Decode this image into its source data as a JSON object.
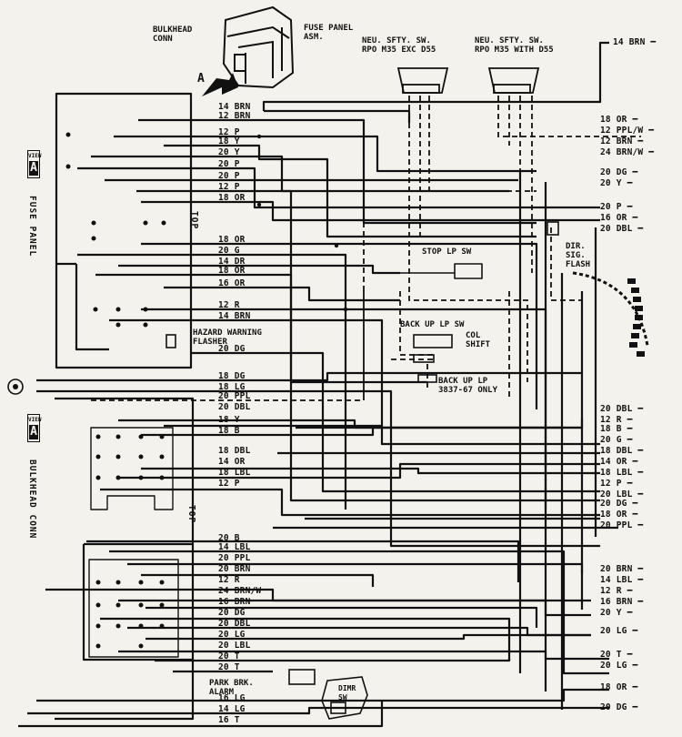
{
  "components": {
    "bulkhead_conn_top": "BULKHEAD\nCONN",
    "fuse_panel_asm": "FUSE PANEL\nASM.",
    "arrow_a": "A",
    "neu_sfty_exc": "NEU. SFTY. SW.\nRPO M35 EXC D55",
    "neu_sfty_with": "NEU. SFTY. SW.\nRPO M35 WITH D55",
    "stop_lp_sw": "STOP LP SW",
    "dir_sig_flash": "DIR.\nSIG.\nFLASH",
    "hazard_flasher": "HAZARD WARNING\nFLASHER",
    "back_up_lp_sw": "BACK UP LP SW",
    "col_shift": "COL\nSHIFT",
    "back_up_lp_only": "BACK UP LP\n3837-67 ONLY",
    "park_brk_alarm": "PARK BRK.\nALARM",
    "dimr_sw": "DIMR\nSW",
    "top1": "TOP",
    "top2": "TOP",
    "view": "VIEW",
    "view_letter": "A",
    "fuse_panel_side": "FUSE PANEL",
    "bulkhead_conn_side": "BULKHEAD CONN"
  },
  "wire_labels_left": [
    "14 BRN",
    "12 BRN",
    "12 P",
    "18 Y",
    "20 Y",
    "20 P",
    "20 P",
    "12 P",
    "18 OR",
    "18 OR",
    "20 G",
    "14 DR",
    "18 OR",
    "16 OR",
    "12 R",
    "14 BRN",
    "20 DG",
    "18 DG",
    "18 LG",
    "20 PPL",
    "20 DBL",
    "18 Y",
    "18 B",
    "18 DBL",
    "14 OR",
    "18 LBL",
    "12 P",
    "20 B",
    "14 LBL",
    "20 PPL",
    "20 BRN",
    "12 R",
    "24 BRN/W",
    "16 BRN",
    "20 DG",
    "20 DBL",
    "20 LG",
    "20 LBL",
    "20 T",
    "20 T",
    "16 LG",
    "14 LG",
    "16 T"
  ],
  "wire_labels_right": [
    "14 BRN",
    "18 OR",
    "12 PPL/W",
    "12 BRN",
    "24 BRN/W",
    "20 DG",
    "20 Y",
    "20 P",
    "16 OR",
    "20 DBL",
    "20 DBL",
    "12 R",
    "18 B",
    "20 G",
    "18 DBL",
    "14 OR",
    "18 LBL",
    "12 P",
    "20 LBL",
    "20 DG",
    "18 OR",
    "20 PPL",
    "20 BRN",
    "14 LBL",
    "12 R",
    "16 BRN",
    "20 Y",
    "20 LG",
    "20 T",
    "20 LG",
    "18 OR",
    "20 DG"
  ]
}
